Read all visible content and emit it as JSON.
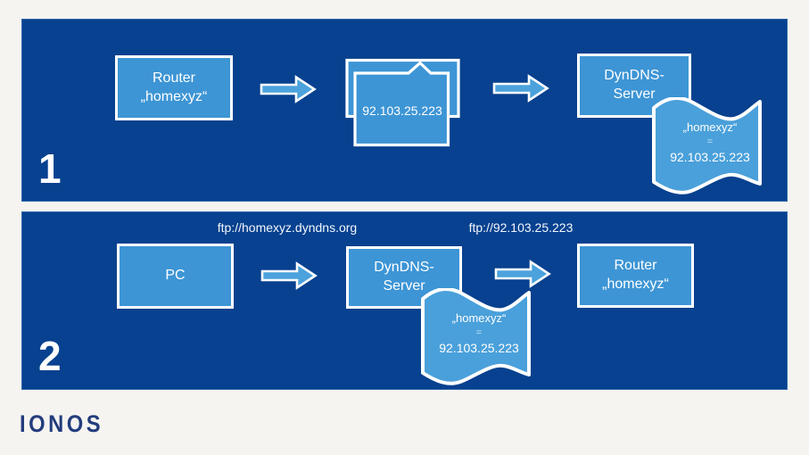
{
  "colors": {
    "page_background": "#f5f4f1",
    "panel_blue": "#07418f",
    "node_blue": "#3d95d5",
    "flag_blue": "#4aa0da",
    "arrow_blue": "#4ba2dc",
    "border_white": "#ffffff",
    "logo_navy": "#233c7d"
  },
  "panels": [
    {
      "number": "1",
      "nodes": {
        "router": {
          "line1": "Router",
          "line2": "„homexyz“"
        },
        "ip_window": {
          "ip": "92.103.25.223"
        },
        "dyndns": {
          "line1": "DynDNS-",
          "line2": "Server"
        },
        "flag": {
          "name": "„homexyz“",
          "eq": "=",
          "ip": "92.103.25.223"
        }
      }
    },
    {
      "number": "2",
      "labels": {
        "request": "ftp://homexyz.dyndns.org",
        "resolved": "ftp://92.103.25.223"
      },
      "nodes": {
        "pc": {
          "label": "PC"
        },
        "dyndns": {
          "line1": "DynDNS-",
          "line2": "Server"
        },
        "router": {
          "line1": "Router",
          "line2": "„homexyz“"
        },
        "flag": {
          "name": "„homexyz“",
          "eq": "=",
          "ip": "92.103.25.223"
        }
      }
    }
  ],
  "footer": {
    "logo": "IONOS"
  }
}
